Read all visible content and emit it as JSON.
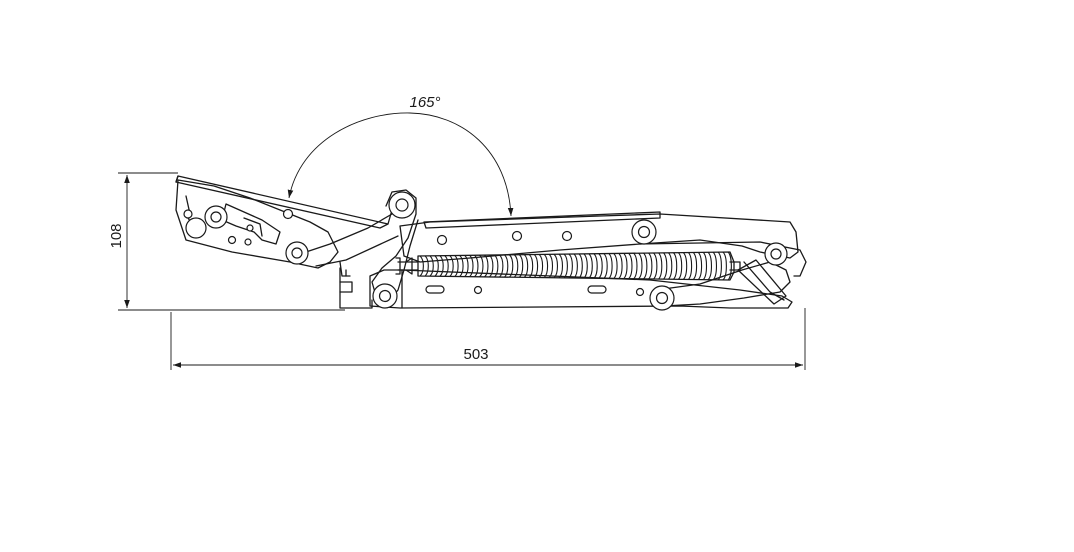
{
  "dimensions": {
    "width_label": "503",
    "height_label": "108",
    "angle_label": "165°"
  },
  "colors": {
    "line": "#1a1a1a",
    "background": "#ffffff"
  }
}
